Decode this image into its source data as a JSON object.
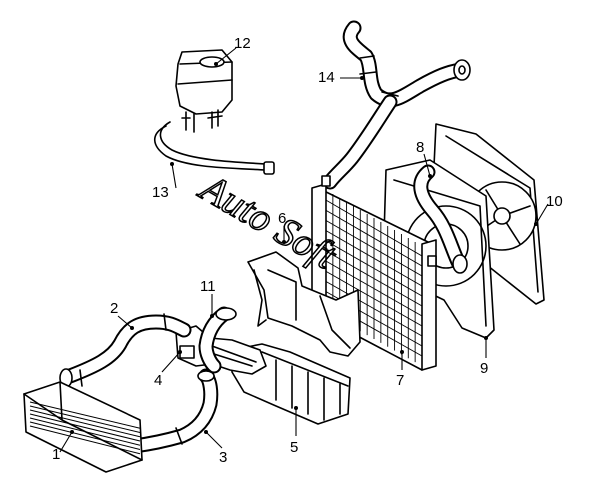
{
  "watermark": "Auto Soft",
  "callouts": [
    {
      "id": "1",
      "label": "1"
    },
    {
      "id": "2",
      "label": "2"
    },
    {
      "id": "3",
      "label": "3"
    },
    {
      "id": "4",
      "label": "4"
    },
    {
      "id": "5",
      "label": "5"
    },
    {
      "id": "6",
      "label": "6"
    },
    {
      "id": "7",
      "label": "7"
    },
    {
      "id": "8",
      "label": "8"
    },
    {
      "id": "9",
      "label": "9"
    },
    {
      "id": "10",
      "label": "10"
    },
    {
      "id": "11",
      "label": "11"
    },
    {
      "id": "12",
      "label": "12"
    },
    {
      "id": "13",
      "label": "13"
    },
    {
      "id": "14",
      "label": "14"
    }
  ]
}
